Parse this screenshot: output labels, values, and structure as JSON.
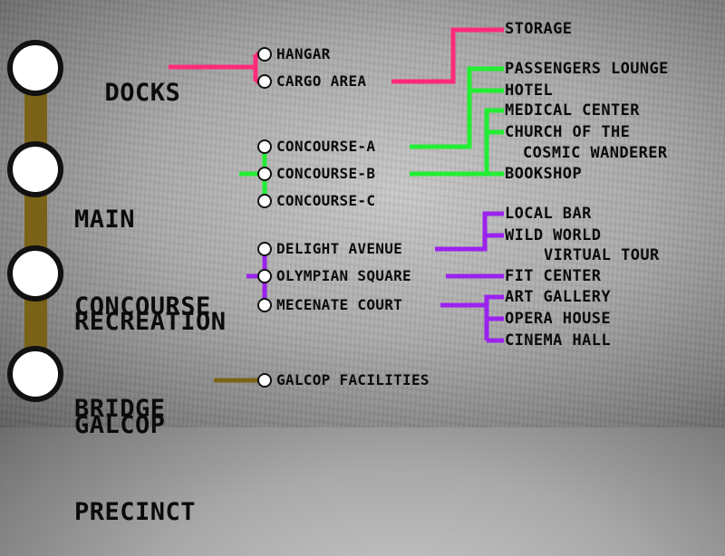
{
  "colors": {
    "trunk": "#7a6318",
    "docks": "#ff2a7a",
    "concourse": "#22ee33",
    "recreation": "#9b22ee",
    "galcop": "#7a6318"
  },
  "stations": [
    {
      "id": "docks",
      "lines": [
        "DOCKS"
      ]
    },
    {
      "id": "main-concourse",
      "lines": [
        "MAIN",
        "CONCOURSE"
      ]
    },
    {
      "id": "recreation-bridge",
      "lines": [
        "RECREATION",
        "BRIDGE"
      ]
    },
    {
      "id": "galcop-precinct",
      "lines": [
        "GALCOP",
        "PRECINCT"
      ]
    }
  ],
  "areas": {
    "hangar": "HANGAR",
    "cargo_area": "CARGO AREA",
    "concourse_a": "CONCOURSE-A",
    "concourse_b": "CONCOURSE-B",
    "concourse_c": "CONCOURSE-C",
    "delight_avenue": "DELIGHT AVENUE",
    "olympian_square": "OLYMPIAN SQUARE",
    "mecenate_court": "MECENATE COURT",
    "galcop_facilities": "GALCOP FACILITIES"
  },
  "destinations": {
    "storage": "STORAGE",
    "passengers_lounge": "PASSENGERS LOUNGE",
    "hotel": "HOTEL",
    "medical_center": "MEDICAL CENTER",
    "church_1": "CHURCH OF THE",
    "church_2": "COSMIC WANDERER",
    "bookshop": "BOOKSHOP",
    "local_bar": "LOCAL BAR",
    "wild_world_1": "WILD WORLD",
    "wild_world_2": "VIRTUAL TOUR",
    "fit_center": "FIT CENTER",
    "art_gallery": "ART GALLERY",
    "opera_house": "OPERA HOUSE",
    "cinema_hall": "CINEMA HALL"
  }
}
